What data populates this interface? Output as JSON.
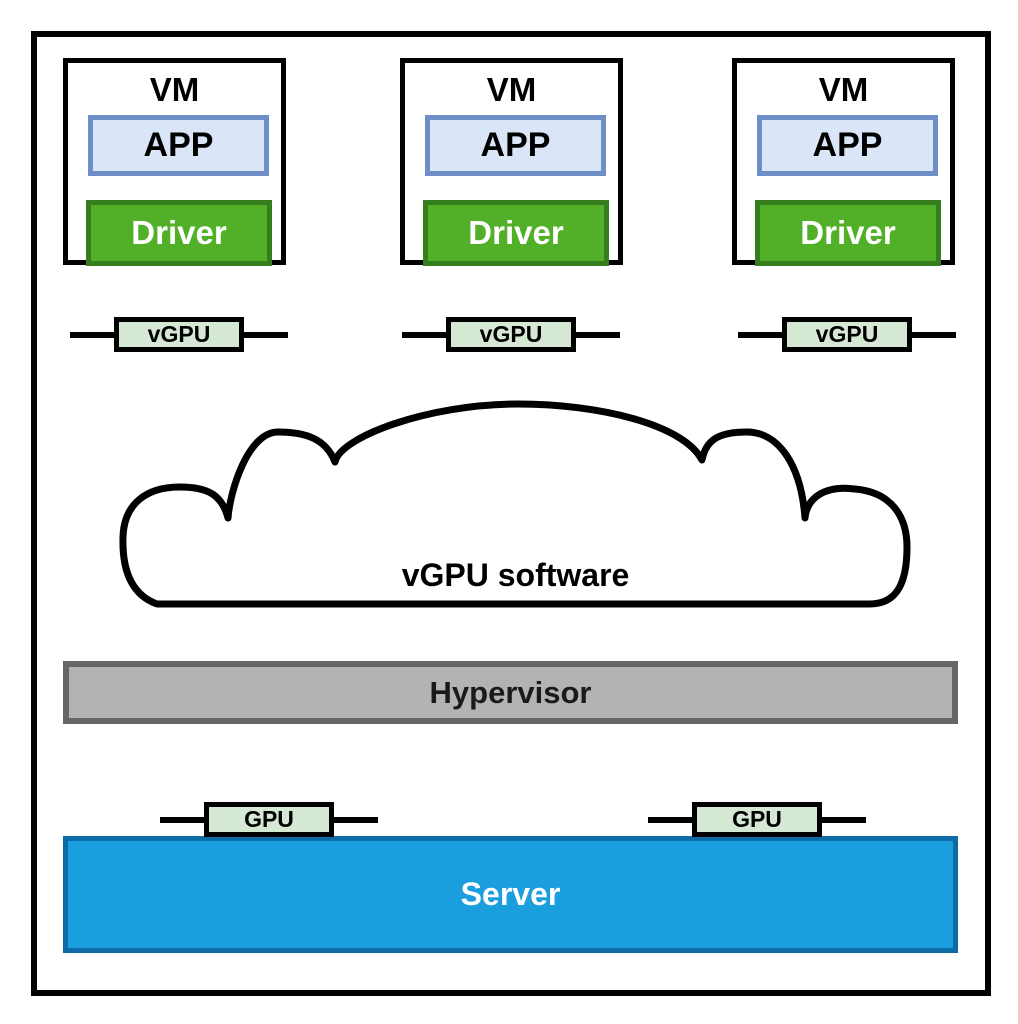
{
  "vms": [
    {
      "title": "VM",
      "app": "APP",
      "driver": "Driver",
      "vgpu": "vGPU"
    },
    {
      "title": "VM",
      "app": "APP",
      "driver": "Driver",
      "vgpu": "vGPU"
    },
    {
      "title": "VM",
      "app": "APP",
      "driver": "Driver",
      "vgpu": "vGPU"
    }
  ],
  "cloud": {
    "label": "vGPU software"
  },
  "hypervisor": {
    "label": "Hypervisor"
  },
  "gpus": [
    {
      "label": "GPU"
    },
    {
      "label": "GPU"
    }
  ],
  "server": {
    "label": "Server"
  },
  "colors": {
    "outline": "#000000",
    "app_fill": "#dae6f8",
    "app_border": "#6e8ec8",
    "driver_fill": "#52af28",
    "driver_border": "#367d1d",
    "chip_fill": "#d5e8d4",
    "chip_border": "#000000",
    "hypervisor_fill": "#b3b3b3",
    "hypervisor_border": "#666666",
    "server_fill": "#1a9edd",
    "server_border": "#0d6ca6",
    "cloud_fill": "#ffffff"
  }
}
